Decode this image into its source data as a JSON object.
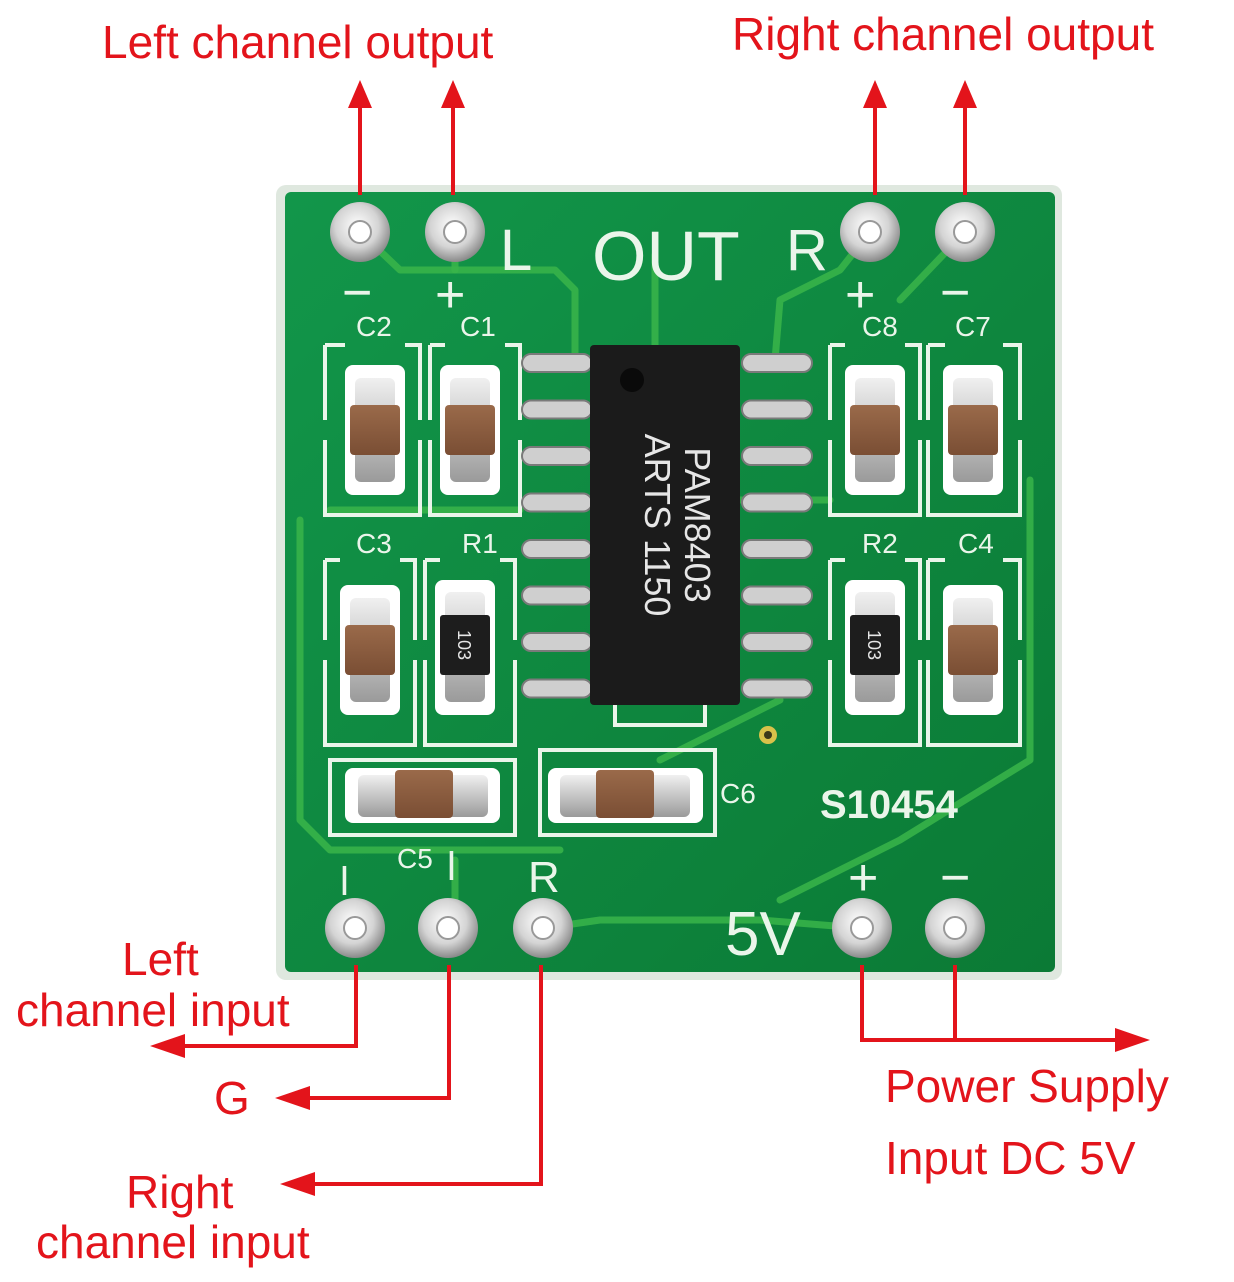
{
  "annotations": {
    "left_output": "Left channel output",
    "right_output": "Right channel output",
    "left_input_line1": "Left",
    "left_input_line2": "channel input",
    "ground": "G",
    "right_input_line1": "Right",
    "right_input_line2": "channel input",
    "power_line1": "Power Supply",
    "power_line2": "Input DC 5V"
  },
  "board": {
    "silk_l": "L",
    "silk_out": "OUT",
    "silk_r": "R",
    "silk_minus_left": "−",
    "silk_plus_left": "+",
    "silk_plus_right": "+",
    "silk_minus_right": "−",
    "c2": "C2",
    "c1": "C1",
    "c8": "C8",
    "c7": "C7",
    "c3": "C3",
    "r1": "R1",
    "r2": "R2",
    "c4": "C4",
    "c5": "C5",
    "c6": "C6",
    "board_id": "S10454",
    "pin_l": "l",
    "pin_g": "l",
    "pin_r": "R",
    "label_5v": "5V",
    "pin_plus": "+",
    "pin_minus": "−",
    "resistor_code_1": "103",
    "resistor_code_2": "103",
    "chip_line1": "PAM8403",
    "chip_line2": "ARTS 1150"
  },
  "colors": {
    "annotation": "#e3141b",
    "pcb": "#0e8a3c",
    "silkscreen": "#eaf5ea"
  }
}
